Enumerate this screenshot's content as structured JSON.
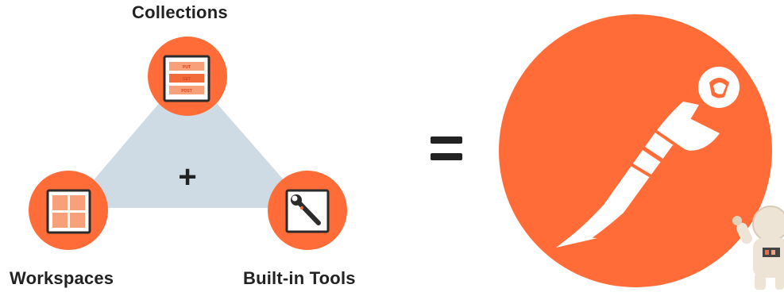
{
  "diagram": {
    "nodes": [
      {
        "id": "collections",
        "label": "Collections",
        "icon": "collections-list-icon",
        "api_methods": [
          "PUT",
          "GET",
          "POST"
        ]
      },
      {
        "id": "workspaces",
        "label": "Workspaces",
        "icon": "workspaces-grid-icon"
      },
      {
        "id": "built_in_tools",
        "label": "Built-in Tools",
        "icon": "wrench-icon"
      }
    ],
    "plus_symbol": "+",
    "equals_symbol": "=",
    "result": {
      "icon": "postman-rocket-logo"
    },
    "mascot": {
      "icon": "astronaut-mascot"
    },
    "colors": {
      "accent": "#ff6c37",
      "triangle": "#cfdbe4",
      "text": "#222222",
      "icon_dark": "#2b2b2b",
      "light_orange": "#f8a079"
    }
  }
}
